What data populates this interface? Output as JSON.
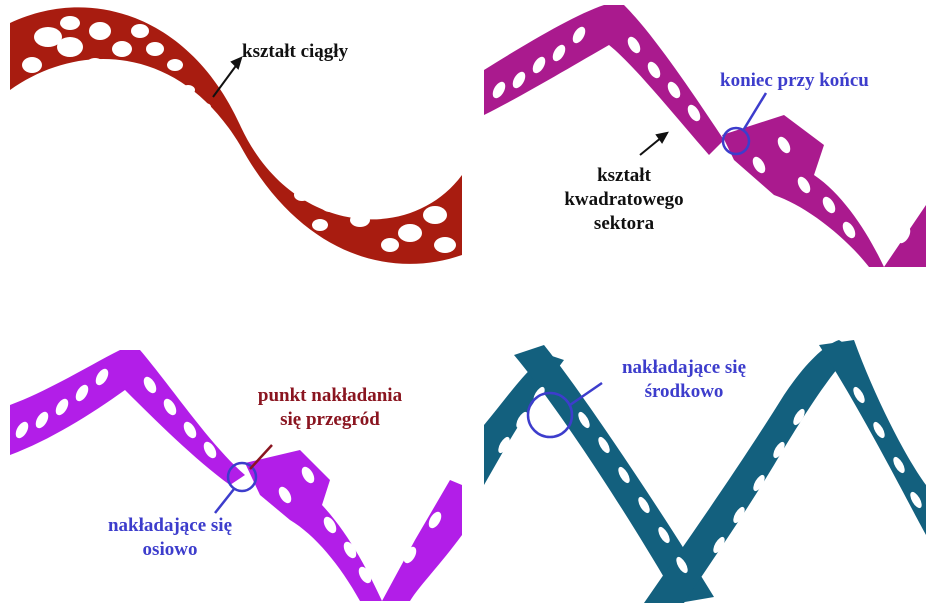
{
  "colors": {
    "panel1": "#a81c10",
    "panel2": "#aa1a8e",
    "panel3": "#b21ee8",
    "panel4": "#13607e",
    "callout_blue": "#3d3dcc",
    "callout_red": "#8a1520",
    "callout_black": "#111111"
  },
  "panels": [
    {
      "labels": {
        "a": "kształt ciągły"
      }
    },
    {
      "labels": {
        "a": "koniec przy końcu",
        "b1": "kształt",
        "b2": "kwadratowego",
        "b3": "sektora"
      }
    },
    {
      "labels": {
        "a1": "punkt nakładania",
        "a2": "się przegród",
        "b1": "nakładające się",
        "b2": "osiowo"
      }
    },
    {
      "labels": {
        "a1": "nakładające się",
        "a2": "środkowo"
      }
    }
  ]
}
